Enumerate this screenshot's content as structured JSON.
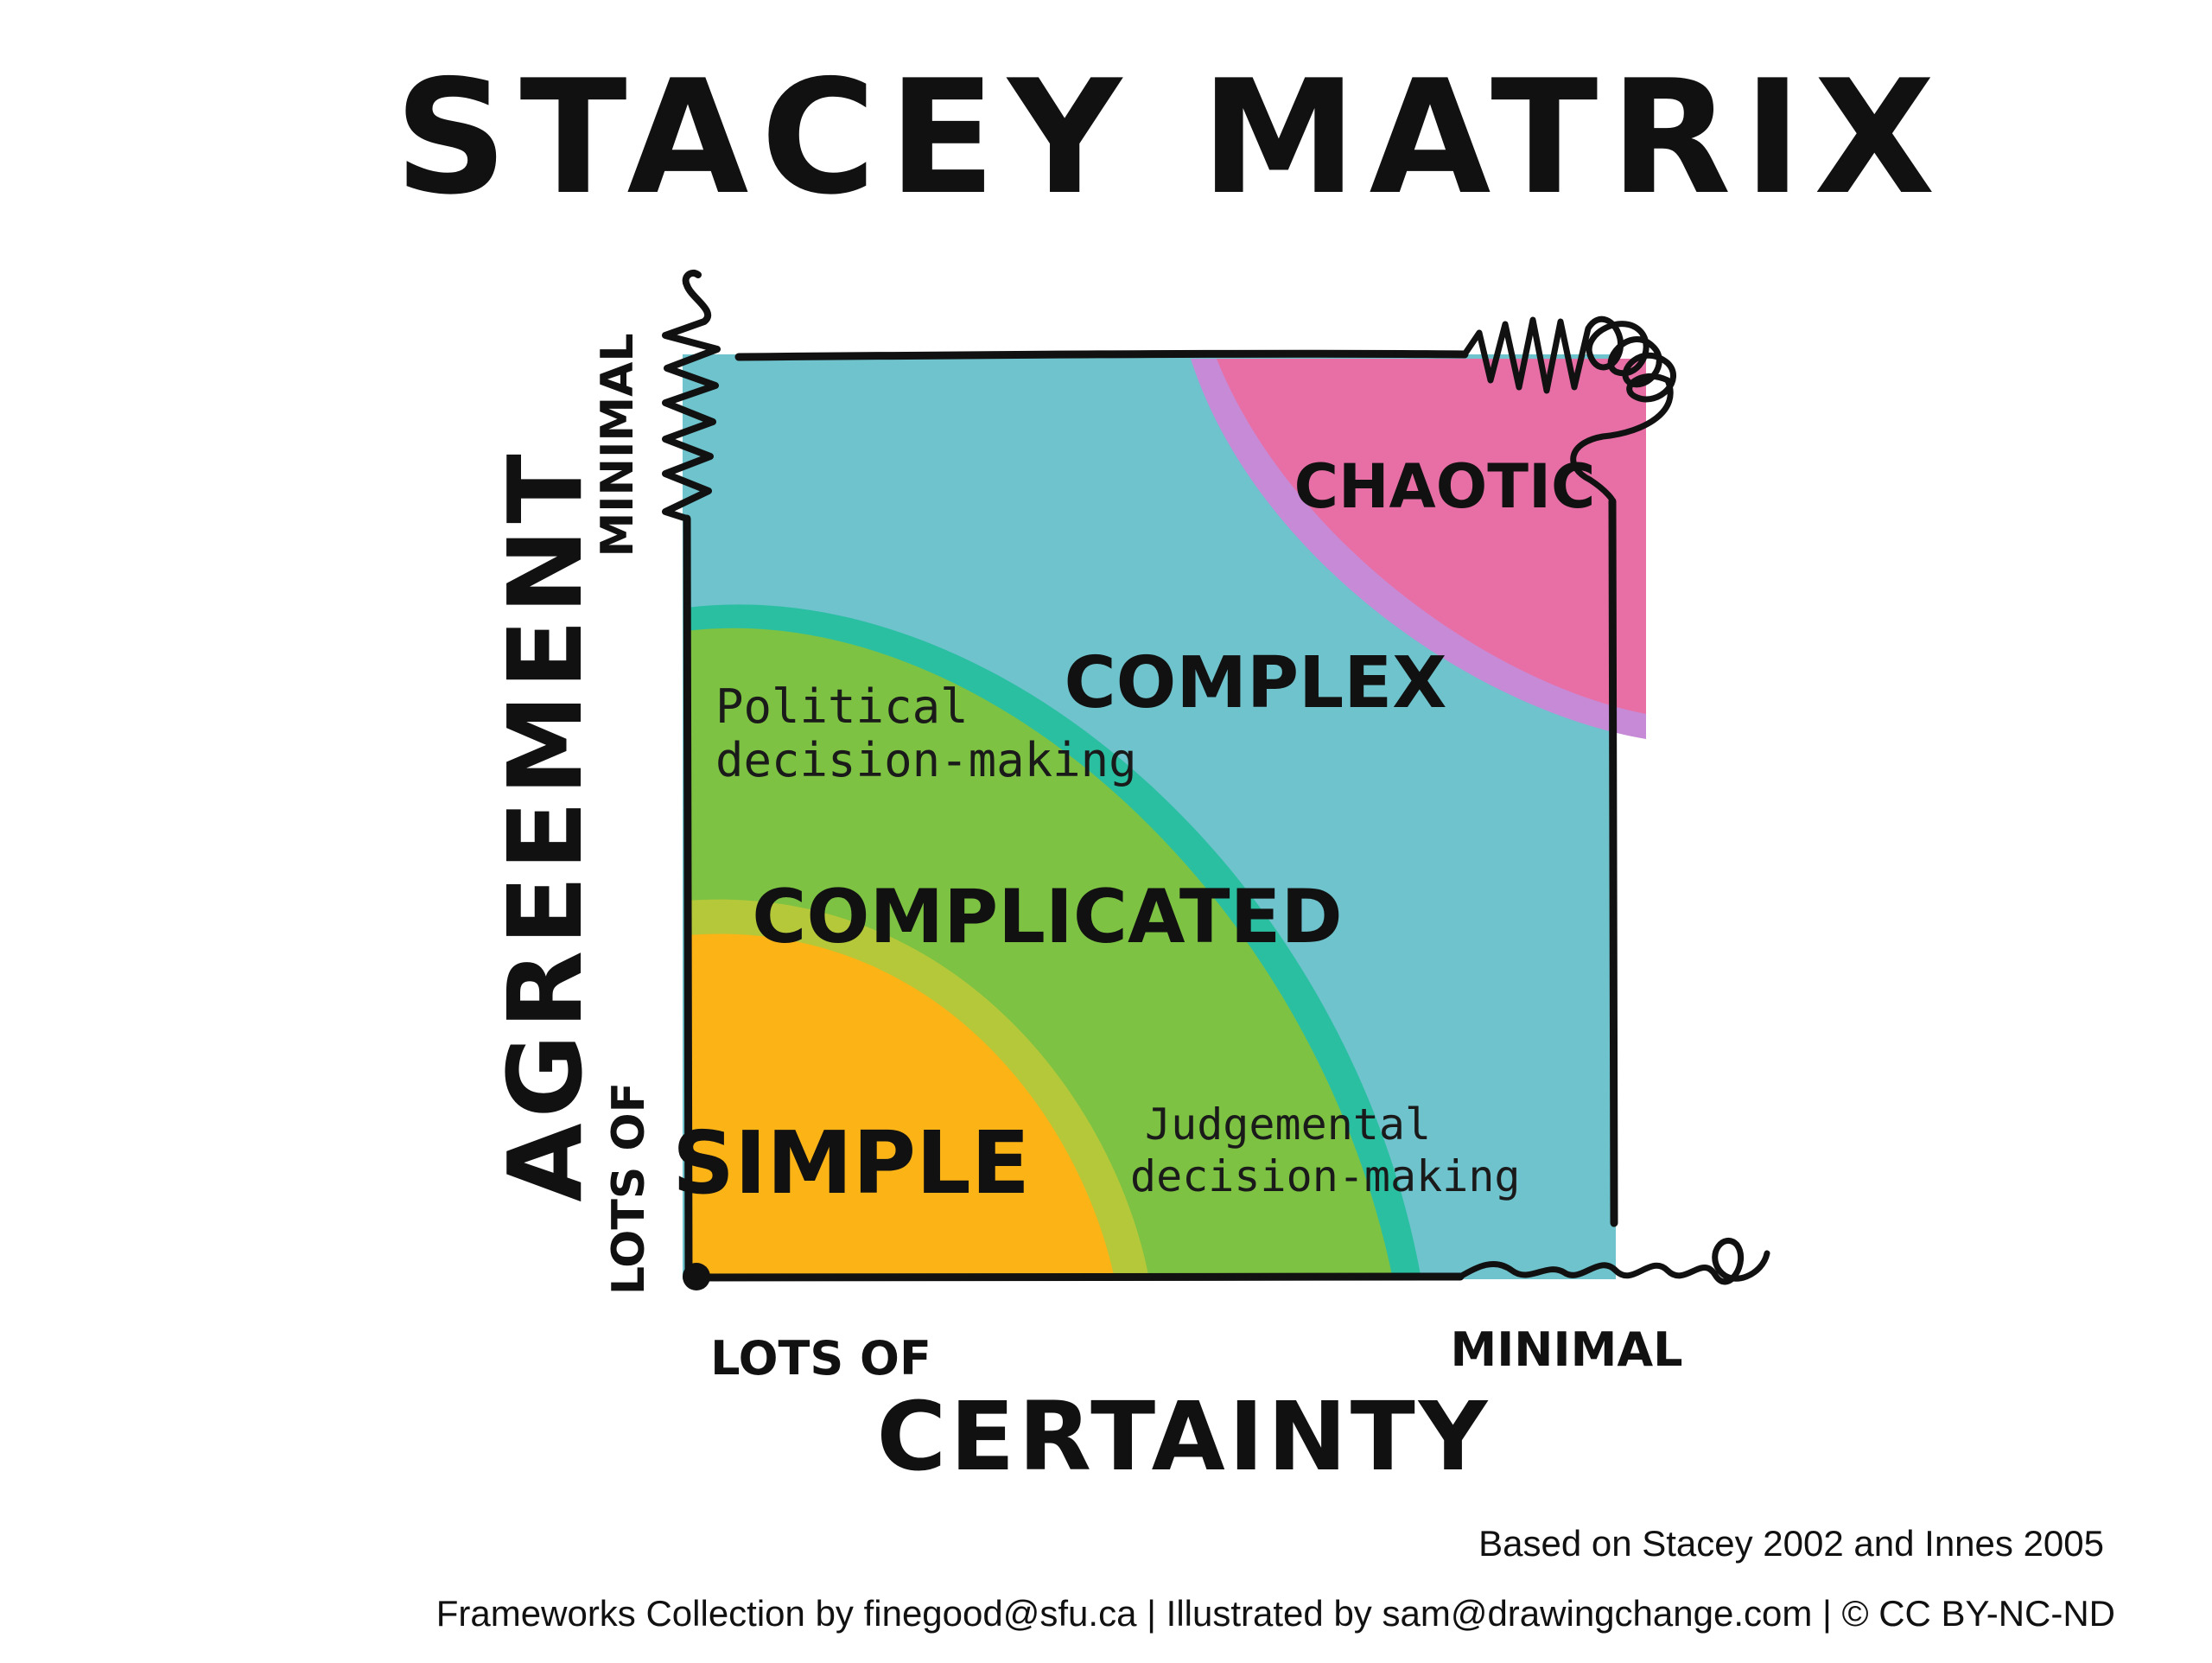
{
  "title": "STACEY MATRIX",
  "axes": {
    "y_label": "AGREEMENT",
    "y_high": "MINIMAL",
    "y_low": "LOTS OF",
    "x_label": "CERTAINTY",
    "x_low": "LOTS OF",
    "x_high": "MINIMAL"
  },
  "zones": {
    "simple": "SIMPLE",
    "complicated": "COMPLICATED",
    "complex": "COMPLEX",
    "chaotic": "CHAOTIC"
  },
  "annotations": {
    "political_line1": "Political",
    "political_line2": "decision-making",
    "judgemental_line1": "Judgemental",
    "judgemental_line2": "decision-making"
  },
  "footer": {
    "source": "Based on Stacey 2002 and Innes 2005",
    "credits": "Frameworks Collection by finegood@sfu.ca | Illustrated by sam@drawingchange.com | © CC BY-NC-ND"
  },
  "colors": {
    "complex": "#6ec3cd",
    "complicated": "#7dc242",
    "complicated_edge": "#2bbfa2",
    "simple": "#fbb316",
    "simple_edge": "#b5c83a",
    "chaotic": "#e86fa6",
    "chaotic_edge": "#c68ad6",
    "ink": "#111111"
  }
}
